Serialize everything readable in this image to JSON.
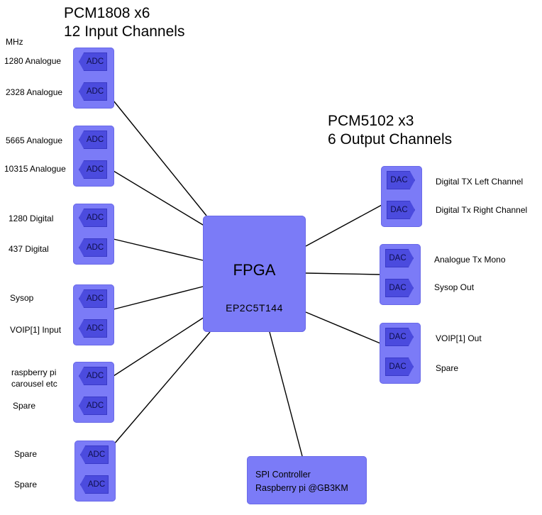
{
  "headings": {
    "input_title": "PCM1808 x6",
    "input_subtitle": "12 Input Channels",
    "output_title": "PCM5102 x3",
    "output_subtitle": "6 Output Channels",
    "mhz_label": "MHz"
  },
  "input_labels": [
    "1280 Analogue",
    "2328 Analogue",
    "5665 Analogue",
    "10315 Analogue",
    "1280 Digital",
    "437 Digital",
    "Sysop",
    "VOIP[1] Input",
    "raspberry pi",
    "carousel etc",
    "Spare",
    "Spare",
    "Spare"
  ],
  "adc_label": "ADC",
  "dac_label": "DAC",
  "output_labels": [
    "Digital TX Left Channel",
    "Digital Tx Right Channel",
    "Analogue Tx Mono",
    "Sysop Out",
    "VOIP[1] Out",
    "Spare"
  ],
  "fpga": {
    "title": "FPGA",
    "part": "EP2C5T144"
  },
  "spi": {
    "line1": "SPI Controller",
    "line2": "Raspberry pi @GB3KM"
  },
  "colors": {
    "box": "#7b7bf7",
    "chip": "#4b4bde",
    "line": "#000000"
  }
}
